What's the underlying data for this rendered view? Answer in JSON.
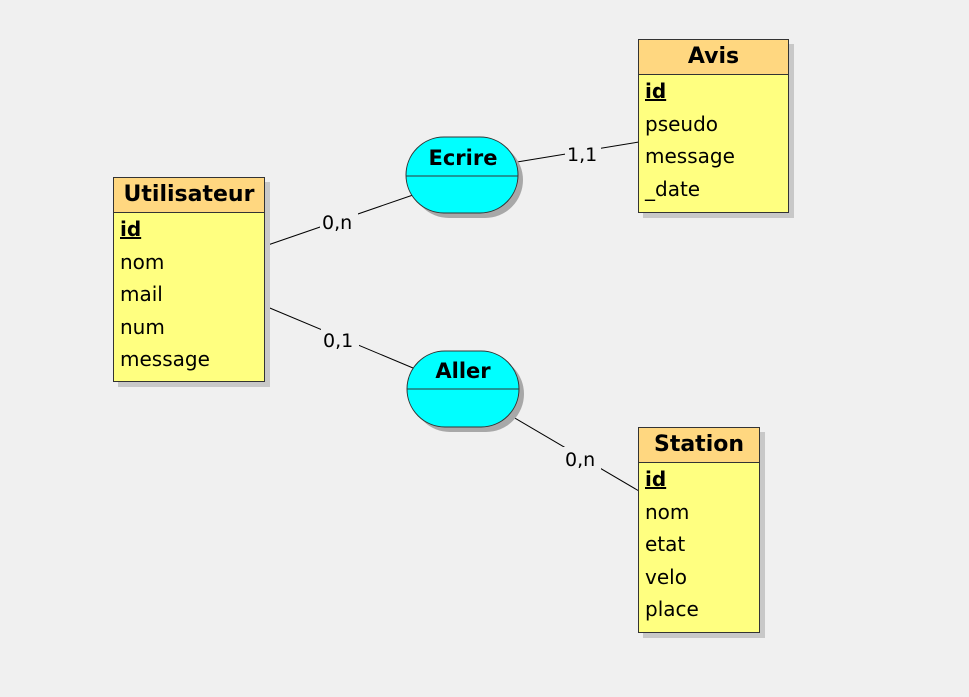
{
  "entities": {
    "utilisateur": {
      "name": "Utilisateur",
      "attributes": [
        "id",
        "nom",
        "mail",
        "num",
        "message"
      ]
    },
    "avis": {
      "name": "Avis",
      "attributes": [
        "id",
        "pseudo",
        "message",
        "_date"
      ]
    },
    "station": {
      "name": "Station",
      "attributes": [
        "id",
        "nom",
        "etat",
        "velo",
        "place"
      ]
    }
  },
  "relations": {
    "ecrire": {
      "name": "Ecrire"
    },
    "aller": {
      "name": "Aller"
    }
  },
  "cardinalities": {
    "utilisateur_ecrire": "0,n",
    "ecrire_avis": "1,1",
    "utilisateur_aller": "0,1",
    "aller_station": "0,n"
  },
  "colors": {
    "entity_body": "#ffff80",
    "entity_header": "#ffd780",
    "relation_fill": "#00ffff",
    "background": "#f0f0f0"
  }
}
